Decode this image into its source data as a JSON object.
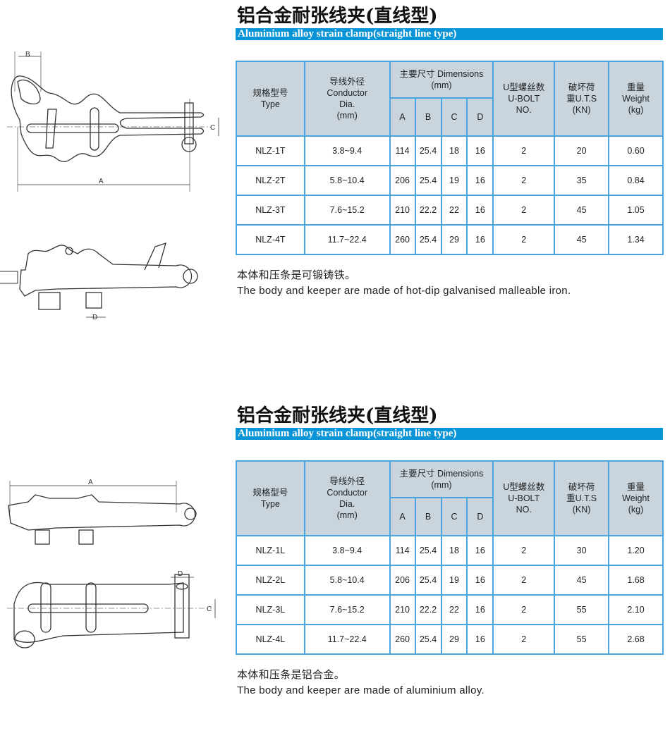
{
  "headers": {
    "type": "规格型号\nType",
    "type_cn": "规格型号",
    "type_en": "Type",
    "cond_cn": "导线外径",
    "cond_en": "Conductor",
    "cond_en2": "Dia.",
    "cond_unit": "(mm)",
    "dim": "主要尺寸 Dimensions",
    "dim_unit": "(mm)",
    "a": "A",
    "b": "B",
    "c": "C",
    "d": "D",
    "ubolt_cn": "U型螺丝数",
    "ubolt_en": "U-BOLT",
    "ubolt_no": "NO.",
    "uts_cn": "破坏荷",
    "uts_en": "重U.T.S",
    "uts_unit": "(KN)",
    "w_cn": "重量",
    "w_en": "Weight",
    "w_unit": "(kg)"
  },
  "sections": [
    {
      "title": "铝合金耐张线夹(直线型)",
      "subtitle": "Aluminium alloy strain clamp(straight line type)",
      "rows": [
        [
          "NLZ-1T",
          "3.8~9.4",
          "114",
          "25.4",
          "18",
          "16",
          "2",
          "20",
          "0.60"
        ],
        [
          "NLZ-2T",
          "5.8~10.4",
          "206",
          "25.4",
          "19",
          "16",
          "2",
          "35",
          "0.84"
        ],
        [
          "NLZ-3T",
          "7.6~15.2",
          "210",
          "22.2",
          "22",
          "16",
          "2",
          "45",
          "1.05"
        ],
        [
          "NLZ-4T",
          "11.7~22.4",
          "260",
          "25.4",
          "29",
          "16",
          "2",
          "45",
          "1.34"
        ]
      ],
      "note_cn": "本体和压条是可锻铸铁。",
      "note_en": "The body and keeper are made of hot-dip galvanised malleable iron.",
      "dim_labels": [
        "B",
        "C",
        "A",
        "D"
      ]
    },
    {
      "title": "铝合金耐张线夹(直线型)",
      "subtitle": "Aluminium alloy strain clamp(straight line type)",
      "rows": [
        [
          "NLZ-1L",
          "3.8~9.4",
          "114",
          "25.4",
          "18",
          "16",
          "2",
          "30",
          "1.20"
        ],
        [
          "NLZ-2L",
          "5.8~10.4",
          "206",
          "25.4",
          "19",
          "16",
          "2",
          "45",
          "1.68"
        ],
        [
          "NLZ-3L",
          "7.6~15.2",
          "210",
          "22.2",
          "22",
          "16",
          "2",
          "55",
          "2.10"
        ],
        [
          "NLZ-4L",
          "11.7~22.4",
          "260",
          "25.4",
          "29",
          "16",
          "2",
          "55",
          "2.68"
        ]
      ],
      "note_cn": "本体和压条是铝合金。",
      "note_en": "The body and keeper are made of aluminium alloy.",
      "dim_labels": [
        "A",
        "D",
        "C"
      ]
    }
  ]
}
